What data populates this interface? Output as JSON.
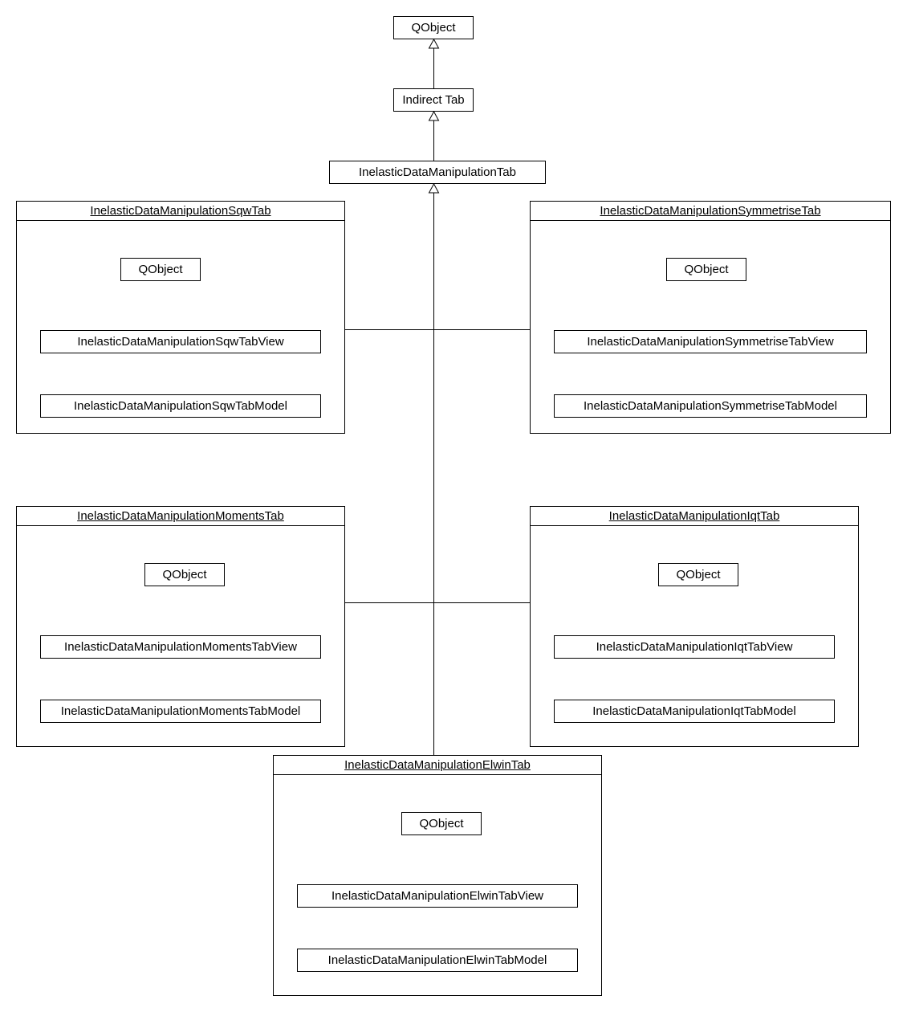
{
  "top": {
    "qobject": "QObject",
    "indirect_tab": "Indirect Tab",
    "manipulation_tab": "InelasticDataManipulationTab"
  },
  "packages": {
    "sqw": {
      "title": "InelasticDataManipulationSqwTab",
      "qobject": "QObject",
      "view": "InelasticDataManipulationSqwTabView",
      "model": "InelasticDataManipulationSqwTabModel"
    },
    "symmetrise": {
      "title": "InelasticDataManipulationSymmetriseTab",
      "qobject": "QObject",
      "view": "InelasticDataManipulationSymmetriseTabView",
      "model": "InelasticDataManipulationSymmetriseTabModel"
    },
    "moments": {
      "title": "InelasticDataManipulationMomentsTab",
      "qobject": "QObject",
      "view": "InelasticDataManipulationMomentsTabView",
      "model": "InelasticDataManipulationMomentsTabModel"
    },
    "iqt": {
      "title": "InelasticDataManipulationIqtTab",
      "qobject": "QObject",
      "view": "InelasticDataManipulationIqtTabView",
      "model": "InelasticDataManipulationIqtTabModel"
    },
    "elwin": {
      "title": "InelasticDataManipulationElwinTab",
      "qobject": "QObject",
      "view": "InelasticDataManipulationElwinTabView",
      "model": "InelasticDataManipulationElwinTabModel"
    }
  }
}
